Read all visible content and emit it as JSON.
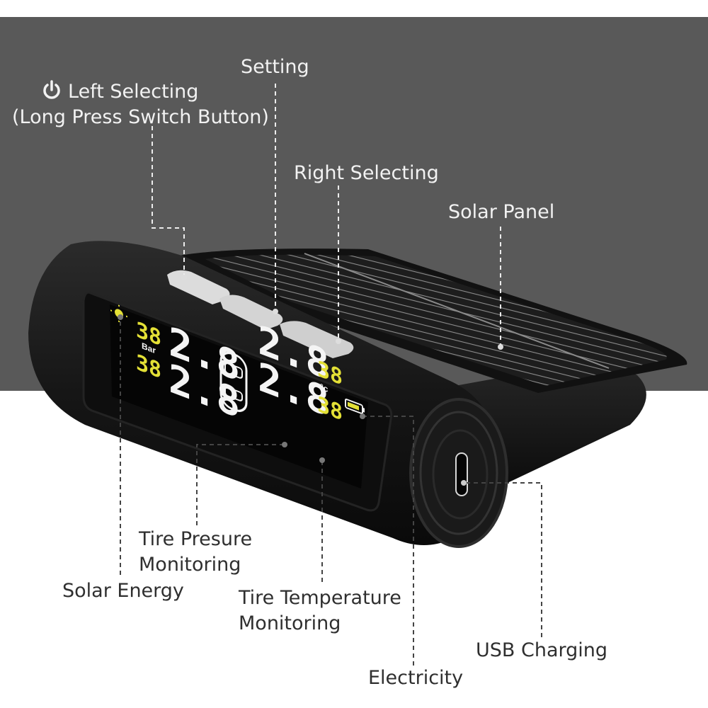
{
  "colors": {
    "background_top": "#595959",
    "background_bottom": "#ffffff",
    "label_light": "#f2f2f2",
    "label_dark": "#2f2f2f",
    "lcd_white": "#f4f4f4",
    "lcd_yellow": "#e3e036"
  },
  "callouts": {
    "setting": "Setting",
    "left_selecting": "Left Selecting",
    "left_selecting_note": "(Long Press Switch Button)",
    "right_selecting": "Right Selecting",
    "solar_panel": "Solar Panel",
    "tire_pressure": [
      "Tire Presure",
      "Monitoring"
    ],
    "solar_energy": "Solar Energy",
    "tire_temperature": [
      "Tire Temperature",
      "Monitoring"
    ],
    "usb_charging": "USB Charging",
    "electricity": "Electricity"
  },
  "display": {
    "pressure_large": [
      "2.8",
      "2.8",
      "2.8",
      "2.8"
    ],
    "small_readings": [
      "38",
      "38",
      "38",
      "38"
    ],
    "pressure_unit": "Bar",
    "temperature_unit": "°c"
  },
  "icons": [
    "power-icon",
    "car-icon",
    "sun-icon",
    "battery-icon"
  ]
}
